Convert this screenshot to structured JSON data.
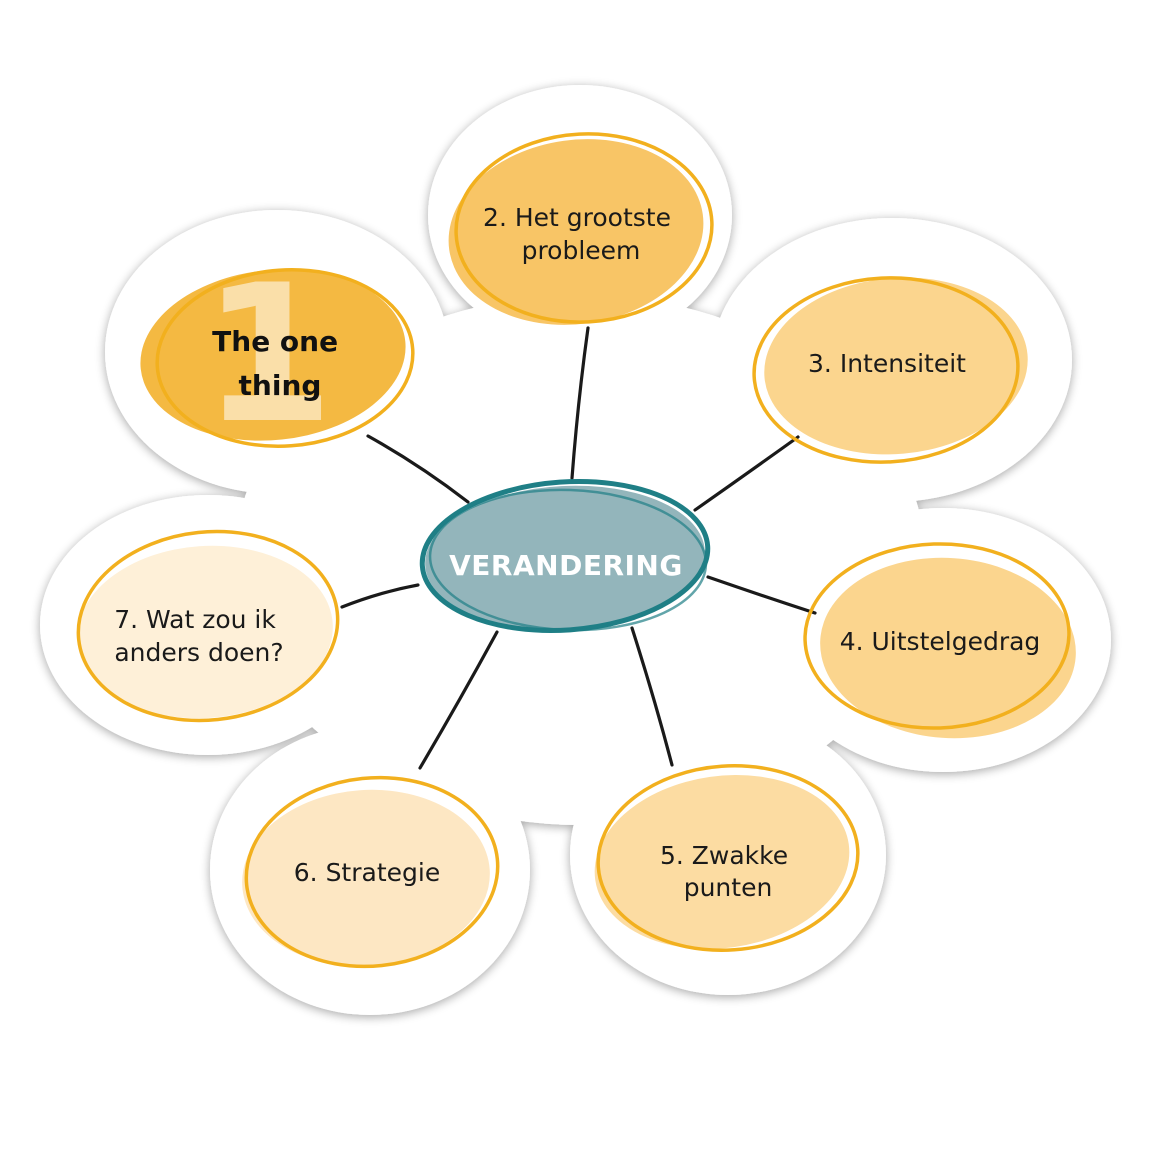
{
  "center": {
    "label": "VERANDERING",
    "fill": "#93b5bb",
    "stroke": "#1f7f86"
  },
  "nodes": [
    {
      "id": "n1",
      "lines": [
        "The one",
        "thing"
      ],
      "digit": "1",
      "bold": true,
      "fill": "#f4b942",
      "stroke": "#f2b01e"
    },
    {
      "id": "n2",
      "lines": [
        "2. Het grootste",
        "probleem"
      ],
      "fill": "#f8c566",
      "stroke": "#f2b01e"
    },
    {
      "id": "n3",
      "lines": [
        "3. Intensiteit"
      ],
      "fill": "#fbd58e",
      "stroke": "#f2b01e"
    },
    {
      "id": "n4",
      "lines": [
        "4. Uitstelgedrag"
      ],
      "fill": "#fbd58e",
      "stroke": "#f2b01e"
    },
    {
      "id": "n5",
      "lines": [
        "5. Zwakke",
        "punten"
      ],
      "fill": "#fcdca2",
      "stroke": "#f2b01e"
    },
    {
      "id": "n6",
      "lines": [
        "6. Strategie"
      ],
      "fill": "#fde7c3",
      "stroke": "#f2b01e"
    },
    {
      "id": "n7",
      "lines": [
        "7. Wat zou ik",
        "anders doen?"
      ],
      "fill": "#fef0d8",
      "stroke": "#f2b01e"
    }
  ],
  "colors": {
    "connector": "#1a1a1a",
    "sticker_outline": "#ffffff"
  }
}
